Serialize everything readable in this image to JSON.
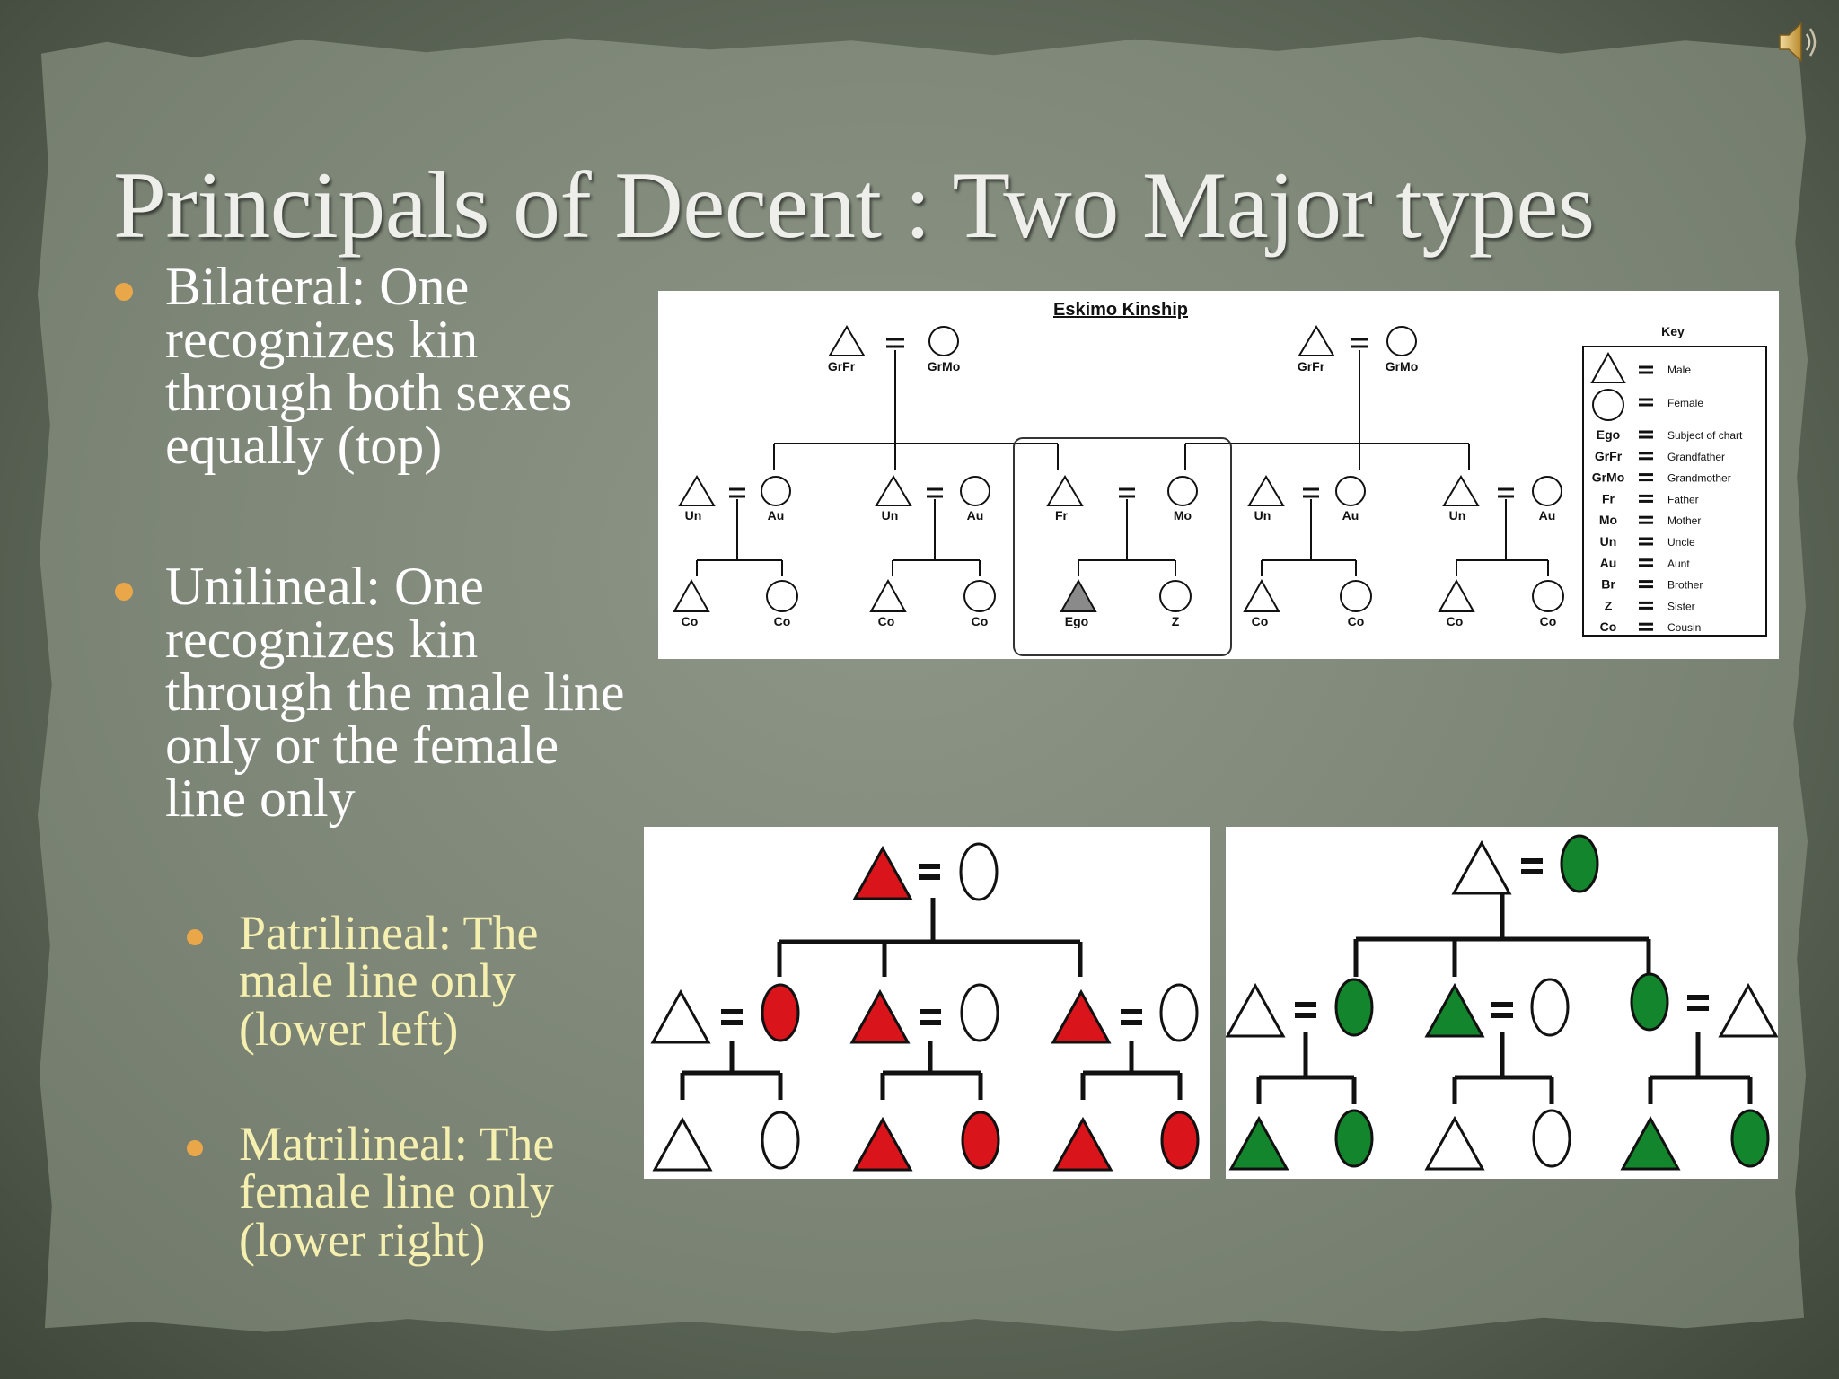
{
  "slide": {
    "title": "Principals of Decent : Two Major types",
    "bullets": [
      {
        "text": "Bilateral: One recognizes kin through both sexes equally (top)",
        "lines": [
          "Bilateral: One",
          "recognizes kin",
          "through both sexes",
          "equally (top)"
        ]
      },
      {
        "text": "Unilineal: One recognizes kin through the male line only or the female line only",
        "lines": [
          "Unilineal: One",
          "recognizes kin",
          "through the male line",
          "only or the female",
          "line only"
        ],
        "subbullets": [
          {
            "text": "Patrilineal: The male line only (lower left)",
            "lines": [
              "Patrilineal: The",
              "male line only",
              "(lower left)"
            ]
          },
          {
            "text": "Matrilineal: The female line only (lower right)",
            "lines": [
              "Matrilineal: The",
              "female line only",
              "(lower right)"
            ]
          }
        ]
      }
    ]
  },
  "icons": {
    "audio": "speaker-icon"
  },
  "colors": {
    "bullet": "#e9a74a",
    "sub_text": "#f6f0b0",
    "patrilineal_fill": "#d9141b",
    "matrilineal_fill": "#13862d"
  },
  "eskimo": {
    "title": "Eskimo Kinship",
    "grandparents": [
      "GrFr",
      "GrMo",
      "GrFr",
      "GrMo"
    ],
    "parent_generation": [
      "Un",
      "Au",
      "Un",
      "Au",
      "Fr",
      "Mo",
      "Un",
      "Au",
      "Un",
      "Au"
    ],
    "children_generation": [
      "Co",
      "Co",
      "Co",
      "Co",
      "Ego",
      "Z",
      "Co",
      "Co",
      "Co",
      "Co"
    ],
    "key": {
      "title": "Key",
      "items": [
        {
          "symbol": "triangle",
          "label": "Male"
        },
        {
          "symbol": "circle",
          "label": "Female"
        },
        {
          "abbr": "Ego",
          "label": "Subject of chart"
        },
        {
          "abbr": "GrFr",
          "label": "Grandfather"
        },
        {
          "abbr": "GrMo",
          "label": "Grandmother"
        },
        {
          "abbr": "Fr",
          "label": "Father"
        },
        {
          "abbr": "Mo",
          "label": "Mother"
        },
        {
          "abbr": "Un",
          "label": "Uncle"
        },
        {
          "abbr": "Au",
          "label": "Aunt"
        },
        {
          "abbr": "Br",
          "label": "Brother"
        },
        {
          "abbr": "Z",
          "label": "Sister"
        },
        {
          "abbr": "Co",
          "label": "Cousin"
        }
      ]
    }
  }
}
